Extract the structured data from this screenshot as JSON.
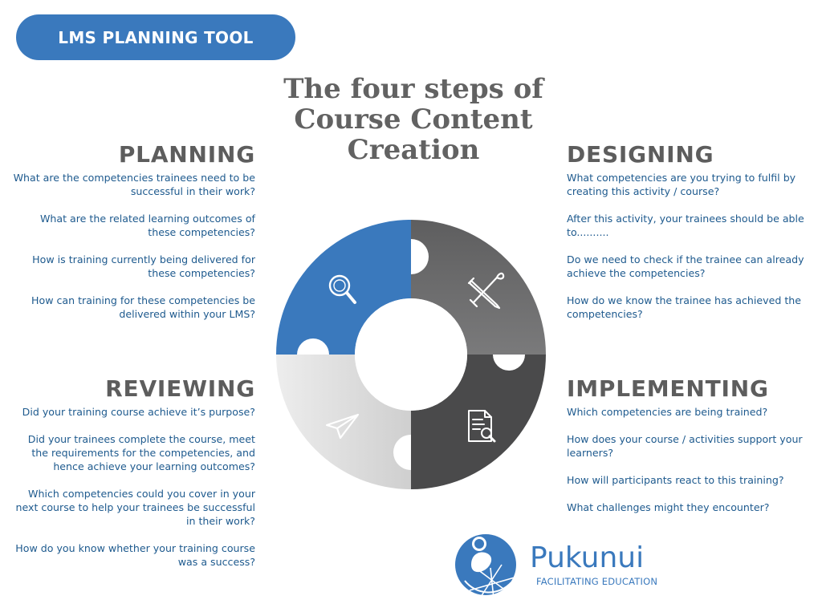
{
  "header": {
    "badge_label": "LMS PLANNING TOOL"
  },
  "title": {
    "line1": "The four steps of",
    "line2": "Course Content",
    "line3": "Creation"
  },
  "planning": {
    "heading": "PLANNING",
    "questions": [
      "What are the competencies trainees need to be successful in their work?",
      "What are the related learning outcomes of these competencies?",
      "How is training currently being delivered for these competencies?",
      "How can training for these competencies be delivered within your LMS?"
    ]
  },
  "designing": {
    "heading": "DESIGNING",
    "questions": [
      "What competencies are you trying to fulfil by creating this activity / course?",
      "After this activity, your trainees should be able to..........",
      "Do we need to check if the trainee can already achieve the competencies?",
      "How do we know the trainee has achieved the competencies?"
    ]
  },
  "reviewing": {
    "heading": "REVIEWING",
    "questions": [
      "Did your training course achieve it’s purpose?",
      "Did your trainees complete the course, meet the requirements for the competencies, and hence achieve your learning outcomes?",
      "Which competencies could you cover in your next course to help your trainees be successful in their work?",
      "How do you know whether your training course was a success?"
    ]
  },
  "implementing": {
    "heading": "IMPLEMENTING",
    "questions": [
      "Which competencies are being trained?",
      "How does your course / activities support your learners?",
      "How will participants react to this training?",
      "What challenges might they encounter?"
    ]
  },
  "wheel": {
    "segments": [
      {
        "name": "planning",
        "color": "#3a79bd",
        "icon": "magnifier-icon"
      },
      {
        "name": "designing",
        "color": "#6f6f70",
        "icon": "pencil-brush-icon"
      },
      {
        "name": "implementing",
        "color": "#4a4a4b",
        "icon": "document-search-icon"
      },
      {
        "name": "reviewing",
        "color": "#e4e4e4",
        "icon": "paper-plane-icon"
      }
    ]
  },
  "logo": {
    "name": "Pukunui",
    "tagline": "FACILITATING EDUCATION",
    "color": "#3a79bd"
  }
}
